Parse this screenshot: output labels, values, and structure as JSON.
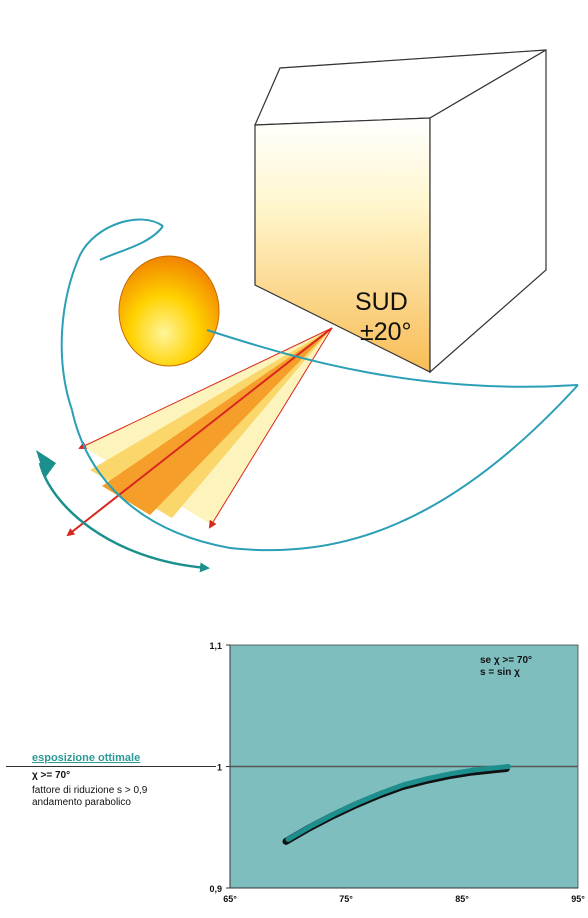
{
  "diagram": {
    "box_label_line1": "SUD",
    "box_label_line2": "±20°"
  },
  "legend": {
    "heading": "esposizione ottimale",
    "line1": "χ >= 70°",
    "line2": "fattore di riduzione s > 0,9",
    "line3": "andamento parabolico"
  },
  "chart_data": {
    "type": "line",
    "title": "",
    "xlabel": "",
    "ylabel": "",
    "x_ticks": [
      "65°",
      "75°",
      "85°",
      "95°"
    ],
    "y_ticks": [
      "0,9",
      "1",
      "1,1"
    ],
    "xlim": [
      65,
      95
    ],
    "ylim": [
      0.9,
      1.1
    ],
    "reference_line_y": 1,
    "annotation_line1": "se χ >= 70°",
    "annotation_line2": "s = sin χ",
    "series": [
      {
        "x": [
          70,
          72,
          74,
          76,
          78,
          80,
          82,
          84,
          86,
          88,
          89
        ],
        "y": [
          0.94,
          0.951,
          0.961,
          0.97,
          0.978,
          0.985,
          0.99,
          0.994,
          0.997,
          0.999,
          1.0
        ]
      }
    ],
    "colors": {
      "plot_bg": "#7fbebf",
      "curve": "#1d8f8d",
      "curve_shadow": "#111111",
      "reference_line": "#555555"
    }
  }
}
